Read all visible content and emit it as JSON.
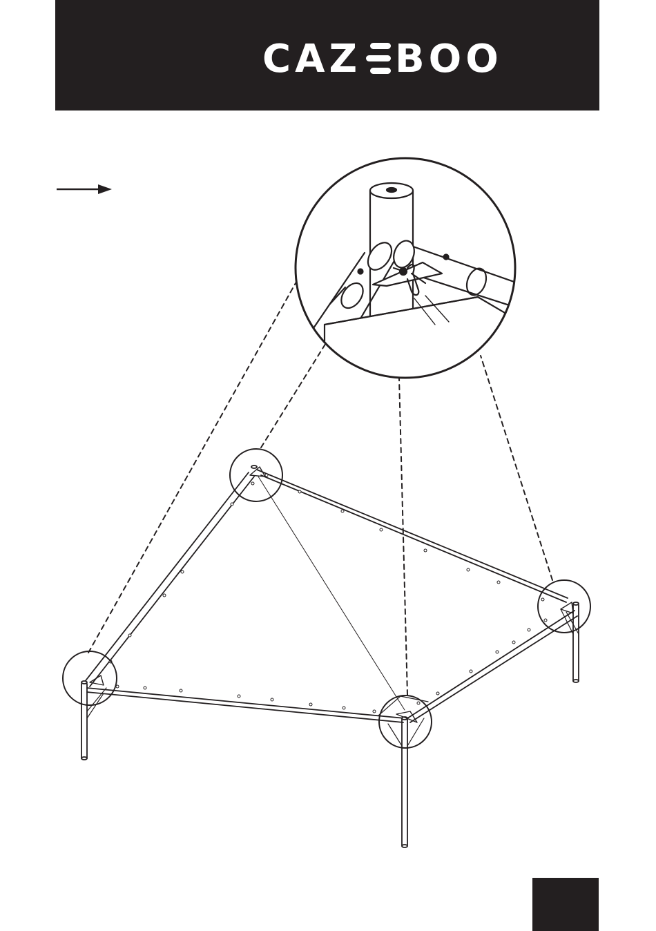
{
  "header": {
    "logo_left": "CAZ",
    "logo_right": "BOO",
    "logo_mark": "stacked-bars-e-glyph",
    "background_color": "#231f20",
    "text_color": "#ffffff"
  },
  "instruction": {
    "arrow_icon": "right-arrow-icon"
  },
  "illustration": {
    "subject": "gazebo-frame-canopy-corner-attachment",
    "detail_icon": "hook-clip-icon",
    "line_color": "#231f20"
  },
  "footer": {
    "page_marker_color": "#231f20"
  }
}
